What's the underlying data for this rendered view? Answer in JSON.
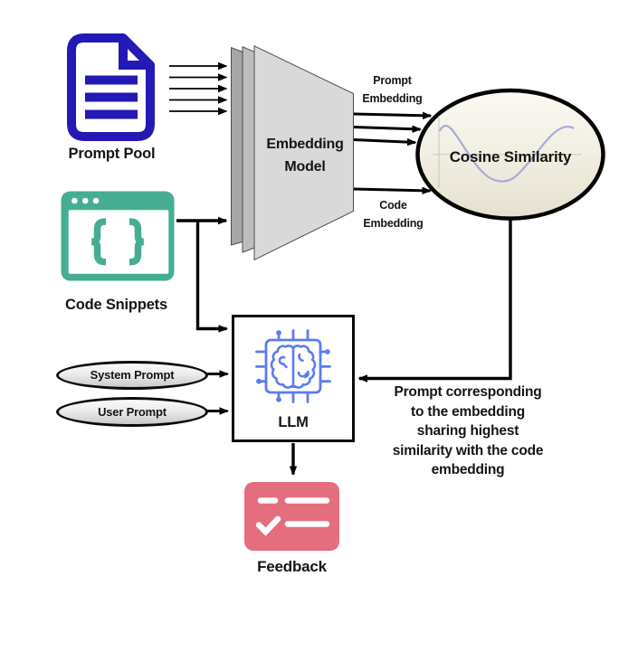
{
  "diagram": {
    "type": "flow-diagram",
    "background": "#ffffff",
    "nodes": {
      "prompt_pool": {
        "label": "Prompt Pool",
        "icon": "document-icon",
        "icon_color": "#2519b5"
      },
      "code_snippets": {
        "label": "Code Snippets",
        "icon": "code-window-icon",
        "icon_color": "#45ae92"
      },
      "embedding_model": {
        "label": "Embedding\nModel",
        "shape": "layered-trapezoid",
        "fill": "#d9d9d9"
      },
      "cosine_similarity": {
        "label": "Cosine Similarity",
        "shape": "ellipse",
        "fill_top": "#fbfaf4",
        "fill_bottom": "#e5e1cf",
        "wave_color": "#a8abd8"
      },
      "llm": {
        "label": "LLM",
        "icon": "brain-chip-icon",
        "icon_color": "#5b7cf0"
      },
      "system_prompt": {
        "label": "System Prompt",
        "shape": "ellipse"
      },
      "user_prompt": {
        "label": "User Prompt",
        "shape": "ellipse"
      },
      "feedback": {
        "label": "Feedback",
        "icon": "feedback-checklist-icon",
        "icon_color": "#e56e7e"
      }
    },
    "edge_labels": {
      "prompt_embedding": "Prompt\nEmbedding",
      "code_embedding": "Code\nEmbedding",
      "selected_prompt": "Prompt corresponding\nto the embedding\nsharing highest\nsimilarity with the code\nembedding"
    },
    "colors": {
      "connector": "#000000",
      "text": "#151515",
      "document_blue": "#2519b5",
      "teal": "#45ae92",
      "brain_blue": "#5b7cf0",
      "feedback_pink": "#e56e7e",
      "trapezoid_front": "#d9d9d9",
      "trapezoid_mid": "#bdbdbd",
      "trapezoid_back": "#a6a6a6",
      "wave": "#a8abd8"
    }
  }
}
